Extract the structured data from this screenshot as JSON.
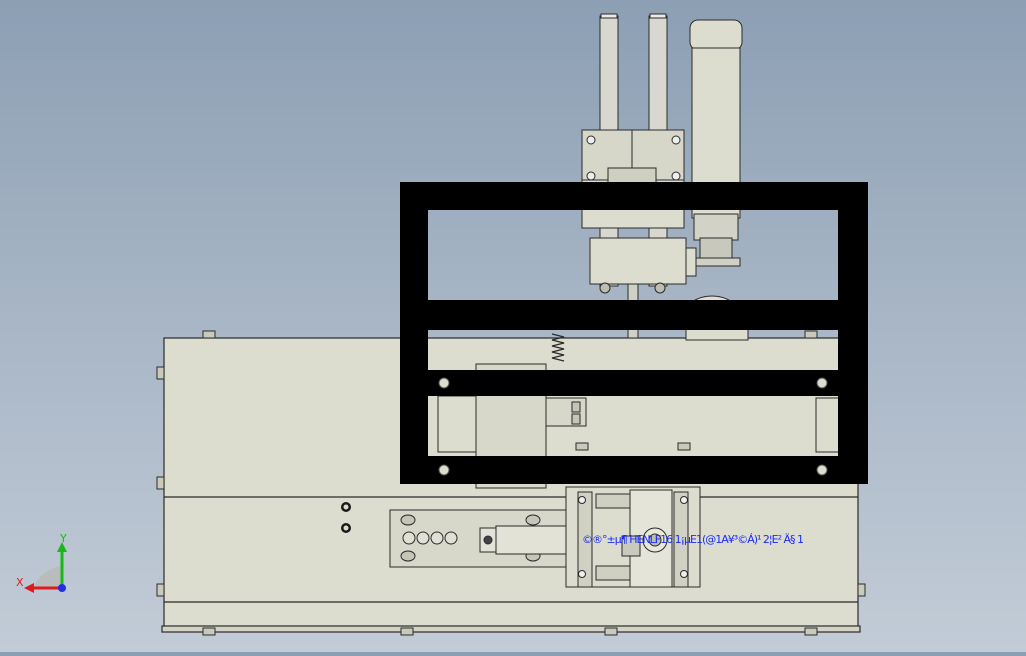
{
  "viewport": {
    "background_top": "#8c9fb4",
    "background_bottom": "#c2ccd7",
    "part_color": "#dcdccf",
    "frame_color": "#000000",
    "line_color": "#2b2b2b"
  },
  "annotation": {
    "text": "©®°±µ¶ HENLF16 1¡µE1(@1A¥³©Á)¹ 2¦E² Ä§ 1",
    "color": "#1a2cff"
  },
  "triad": {
    "x_label": "X",
    "y_label": "Y",
    "x_color": "#e0191d",
    "y_color": "#18b818",
    "origin_icon": "view-orientation-icon"
  }
}
